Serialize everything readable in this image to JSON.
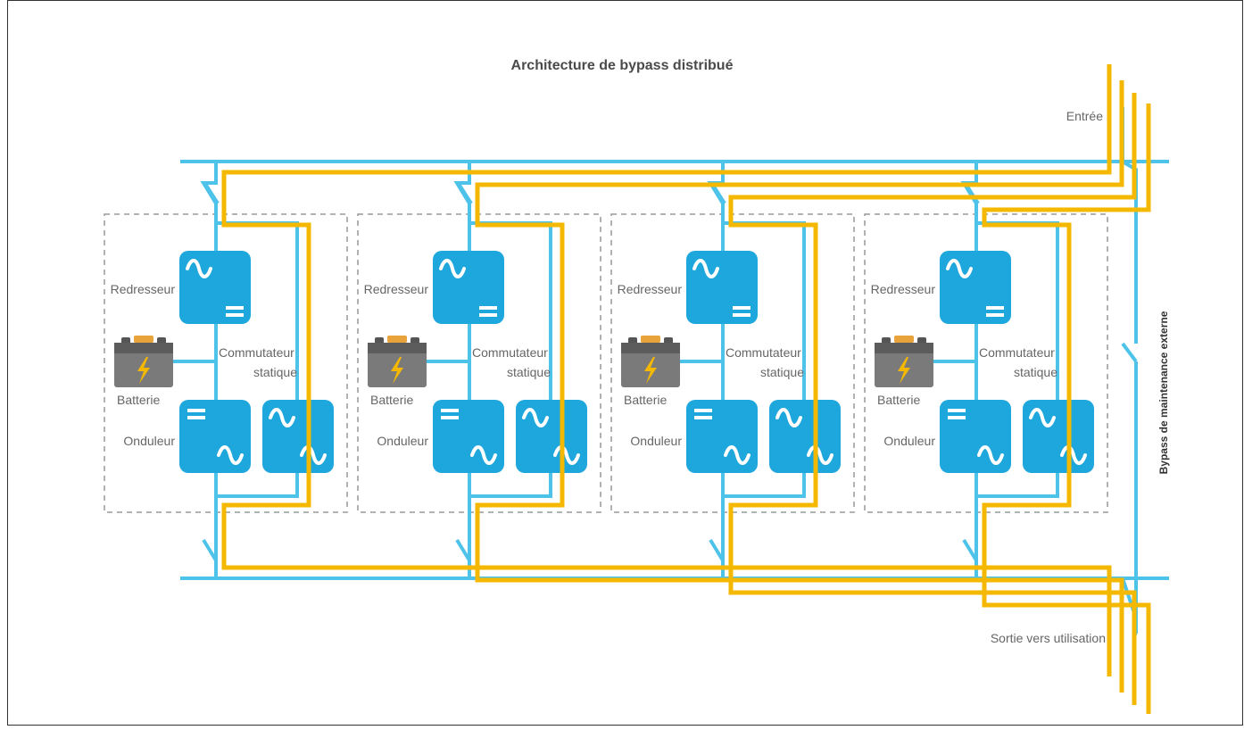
{
  "title": "Architecture de bypass distribué",
  "labels": {
    "input": "Entrée",
    "output": "Sortie vers utilisation",
    "maintenance_bypass": "Bypass de maintenance externe"
  },
  "module_labels": {
    "rectifier": "Redresseur",
    "static_switch_line1": "Commutateur",
    "static_switch_line2": "statique",
    "battery": "Batterie",
    "inverter": "Onduleur"
  },
  "modules": [
    {
      "rectifier": "Redresseur",
      "static_switch_line1": "Commutateur",
      "static_switch_line2": "statique",
      "battery": "Batterie",
      "inverter": "Onduleur"
    },
    {
      "rectifier": "Redresseur",
      "static_switch_line1": "Commutateur",
      "static_switch_line2": "statique",
      "battery": "Batterie",
      "inverter": "Onduleur"
    },
    {
      "rectifier": "Redresseur",
      "static_switch_line1": "Commutateur",
      "static_switch_line2": "statique",
      "battery": "Batterie",
      "inverter": "Onduleur"
    },
    {
      "rectifier": "Redresseur",
      "static_switch_line1": "Commutateur",
      "static_switch_line2": "statique",
      "battery": "Batterie",
      "inverter": "Onduleur"
    }
  ],
  "colors": {
    "bus_line": "#4ec3ea",
    "bypass_path": "#f5b800",
    "converter_block": "#1ea7dd",
    "module_border": "#999999",
    "battery_body": "#7a7a7a"
  },
  "icons": {
    "converter": "sine-wave-icon",
    "dc": "dc-symbol-icon",
    "battery": "battery-icon",
    "switch": "switch-icon"
  }
}
